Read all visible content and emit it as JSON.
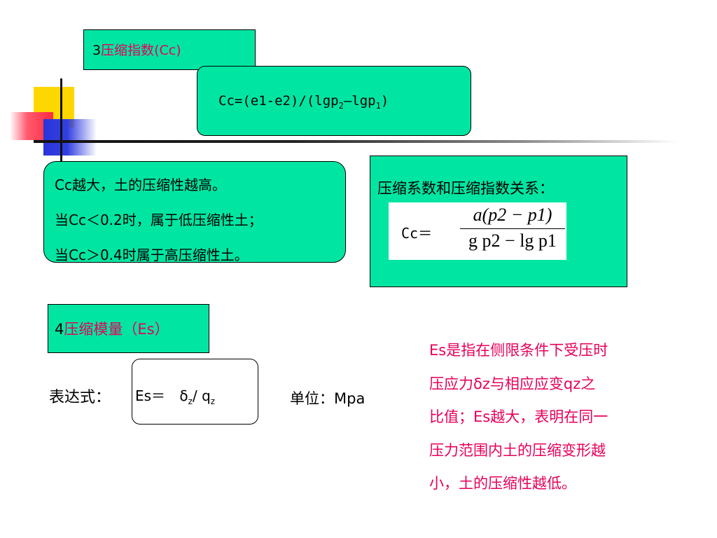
{
  "section3": {
    "title_num": "3",
    "title_text": "压缩指数(Cc)",
    "formula_main": "Cc=(e1-e2)/(lgp",
    "formula_sub2": "2",
    "formula_mid": "—lgp",
    "formula_sub1": "1",
    "formula_end": ")"
  },
  "cc_notes": [
    "Cc越大，土的压缩性越高。",
    "当Cc＜0.2时，属于低压缩性土；",
    "当Cc＞0.4时属于高压缩性土。"
  ],
  "relation": {
    "title": "压缩系数和压缩指数关系：",
    "lhs": "Cc＝",
    "numerator": "a(p2 − p1)",
    "denominator": "g p2 − lg p1"
  },
  "section4": {
    "title_num": "4",
    "title_text": "压缩模量",
    "title_paren": "（Es）"
  },
  "expression": {
    "label": "表达式：",
    "es_lhs": "Es＝",
    "delta": "δ",
    "sub_z1": "z",
    "slash_q": "/ q",
    "sub_z2": "z"
  },
  "unit": "单位：Mpa",
  "description": [
    "Es是指在侧限条件下受压时",
    "压应力δz与相应应变qz之",
    "比值；Es越大，表明在同一",
    "压力范围内土的压缩变形越",
    "小，土的压缩性越低。"
  ],
  "colors": {
    "box_fill": "#00e6a2",
    "accent_pink": "#e6005a",
    "deco_yellow": "#ffd700",
    "deco_red": "#ff2a40",
    "deco_blue": "#2a35d9"
  }
}
